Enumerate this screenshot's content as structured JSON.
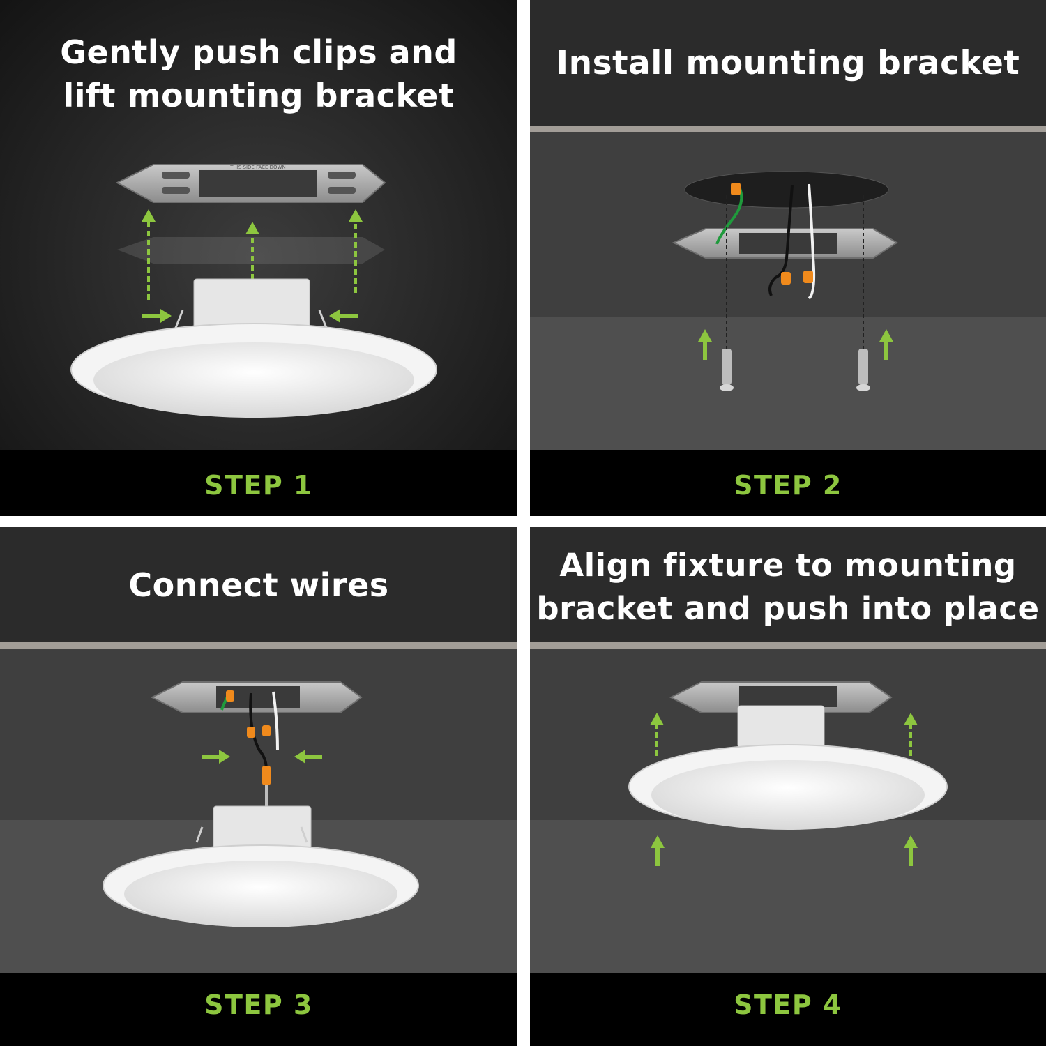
{
  "steps": [
    {
      "title_lines": [
        "Gently push clips and",
        "lift mounting bracket"
      ],
      "step_label": "STEP 1"
    },
    {
      "title_lines": [
        "Install mounting bracket"
      ],
      "step_label": "STEP 2"
    },
    {
      "title_lines": [
        "Connect wires"
      ],
      "step_label": "STEP 3"
    },
    {
      "title_lines": [
        "Align fixture to mounting",
        "bracket and push into place"
      ],
      "step_label": "STEP 4"
    }
  ],
  "bracket_stamp": "THIS SIDE FACE DOWN",
  "colors": {
    "accent_green": "#8dc63f",
    "footer_black": "#000000",
    "header_dark": "#2b2b2b",
    "ceiling_gray": "#3f3f3f",
    "divider_white": "#ffffff"
  },
  "icons": [
    "arrow-up-icon",
    "arrow-right-icon",
    "arrow-left-icon",
    "screw-icon",
    "wire-nut-icon"
  ]
}
